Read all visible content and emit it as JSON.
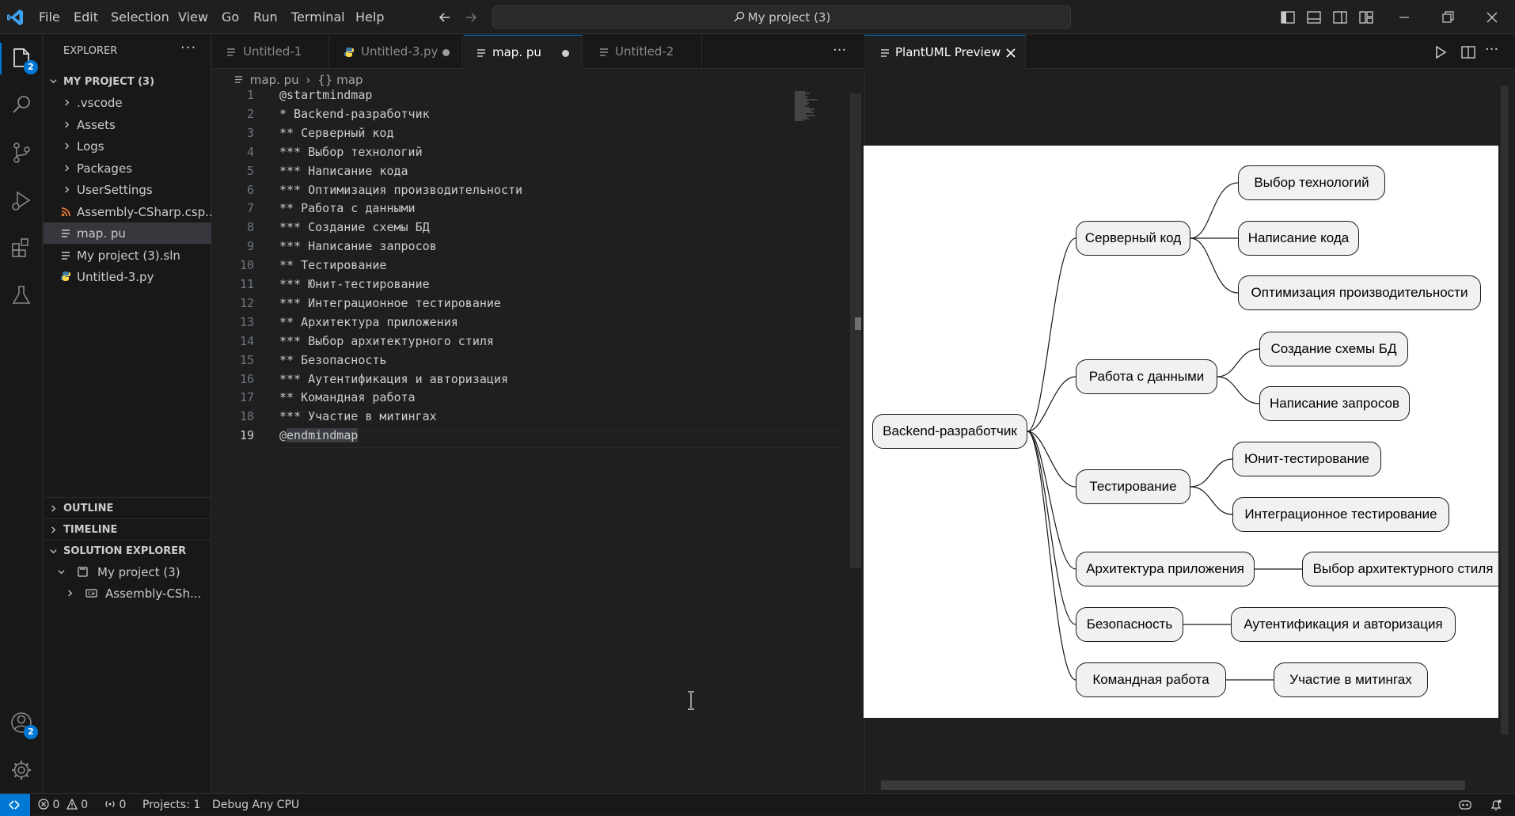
{
  "titlebar": {
    "menu": [
      "File",
      "Edit",
      "Selection",
      "View",
      "Go",
      "Run",
      "Terminal",
      "Help"
    ],
    "search_text": "My project (3)"
  },
  "activity": {
    "explorer_badge": "2",
    "accounts_badge": "2"
  },
  "explorer": {
    "title": "EXPLORER",
    "project": "MY PROJECT (3)",
    "items": [
      {
        "label": ".vscode",
        "type": "folder"
      },
      {
        "label": "Assets",
        "type": "folder"
      },
      {
        "label": "Logs",
        "type": "folder"
      },
      {
        "label": "Packages",
        "type": "folder"
      },
      {
        "label": "UserSettings",
        "type": "folder"
      },
      {
        "label": "Assembly-CSharp.csp...",
        "type": "rss-file"
      },
      {
        "label": "map. pu",
        "type": "text-file",
        "selected": true
      },
      {
        "label": "My project (3).sln",
        "type": "text-file"
      },
      {
        "label": "Untitled-3.py",
        "type": "python-file"
      }
    ],
    "outline": "OUTLINE",
    "timeline": "TIMELINE",
    "solution_explorer": "SOLUTION EXPLORER",
    "solution_root": "My project (3)",
    "solution_child": "Assembly-CSh..."
  },
  "tabs": [
    "Untitled-1",
    "Untitled-3.py",
    "map. pu",
    "Untitled-2"
  ],
  "breadcrumb": {
    "file": "map. pu",
    "symbol": "{} map"
  },
  "code_lines": [
    "@startmindmap",
    "* Backend-разработчик",
    "** Серверный код",
    "*** Выбор технологий",
    "*** Написание кода",
    "*** Оптимизация производительности",
    "** Работа с данными",
    "*** Создание схемы БД",
    "*** Написание запросов",
    "** Тестирование",
    "*** Юнит-тестирование",
    "*** Интеграционное тестирование",
    "** Архитектура приложения",
    "*** Выбор архитектурного стиля",
    "** Безопасность",
    "*** Аутентификация и авторизация",
    "** Командная работа",
    "*** Участие в митингах",
    "@endmindmap"
  ],
  "line_numbers": [
    "1",
    "2",
    "3",
    "4",
    "5",
    "6",
    "7",
    "8",
    "9",
    "10",
    "11",
    "12",
    "13",
    "14",
    "15",
    "16",
    "17",
    "18",
    "19"
  ],
  "last_line_parts": {
    "at": "@",
    "word": "endmindmap"
  },
  "preview": {
    "tab_title": "PlantUML Preview",
    "root": "Backend-разработчик",
    "branches": [
      {
        "label": "Серверный код",
        "children": [
          "Выбор технологий",
          "Написание кода",
          "Оптимизация производительности"
        ]
      },
      {
        "label": "Работа с данными",
        "children": [
          "Создание схемы БД",
          "Написание запросов"
        ]
      },
      {
        "label": "Тестирование",
        "children": [
          "Юнит-тестирование",
          "Интеграционное тестирование"
        ]
      },
      {
        "label": "Архитектура приложения",
        "children": [
          "Выбор архитектурного стиля"
        ]
      },
      {
        "label": "Безопасность",
        "children": [
          "Аутентификация и авторизация"
        ]
      },
      {
        "label": "Командная работа",
        "children": [
          "Участие в митингах"
        ]
      }
    ]
  },
  "status": {
    "errors": "0",
    "warnings": "0",
    "ports": "0",
    "projects": "Projects: 1",
    "config": "Debug Any CPU"
  },
  "colors": {
    "accent": "#0078d4",
    "background": "#1f1f1f",
    "sidebar": "#181818"
  }
}
